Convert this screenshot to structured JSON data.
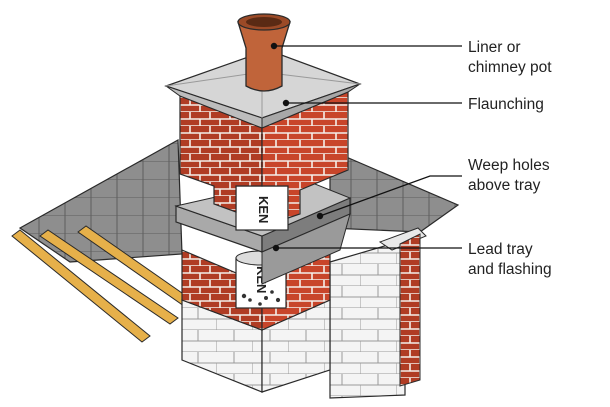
{
  "labels": {
    "liner_line1": "Liner or",
    "liner_line2": "chimney pot",
    "flaunching": "Flaunching",
    "weep_line1": "Weep holes",
    "weep_line2": "above tray",
    "lead_line1": "Lead tray",
    "lead_line2": "and flashing"
  },
  "liner_text": {
    "upper": "KEN",
    "lower": "KEN"
  },
  "colors": {
    "brick": "#c8452a",
    "brick_dark": "#9f3420",
    "mortar": "#f4efe9",
    "slate": "#8e8e8e",
    "slate_dark": "#6f6f6f",
    "lead": "#a9a9a9",
    "lead_dark": "#7d7d7d",
    "pot": "#c0643a",
    "timber": "#e6b04a",
    "block": "#f4f4f4",
    "outline": "#2a2a2a"
  }
}
